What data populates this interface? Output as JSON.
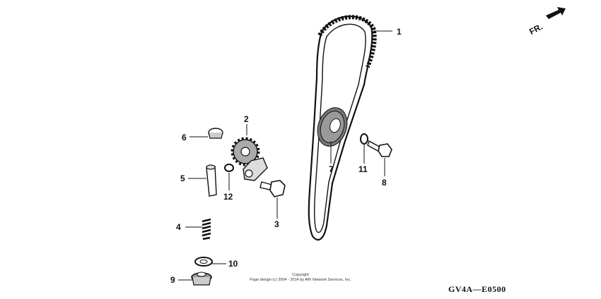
{
  "diagram": {
    "part_callouts": [
      "1",
      "2",
      "3",
      "4",
      "5",
      "6",
      "7",
      "8",
      "9",
      "10",
      "11",
      "12"
    ],
    "front_indicator": "FR.",
    "copyright_line1": "Copyright",
    "copyright_line2": "Page design (c) 2004 - 2014 by ARI Network Services, Inc.",
    "diagram_code": "GV4A—E0500"
  }
}
